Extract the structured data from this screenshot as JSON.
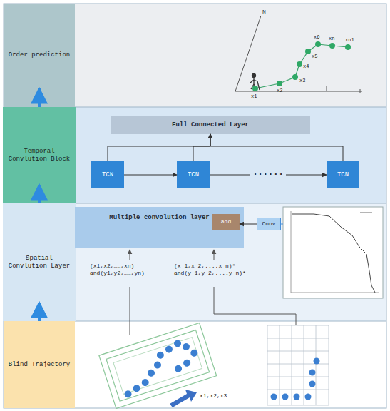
{
  "diagram": {
    "nodes": [
      {
        "text": [
          "Order prediction"
        ]
      },
      {
        "text": [
          "Temporal Convlution Block"
        ]
      },
      {
        "text": [
          "Spatial Convlution Layer"
        ]
      },
      {
        "text": [
          "Blind Trajectory"
        ]
      },
      {
        "text": [
          "Full Connected Layer"
        ]
      },
      {
        "text": [
          "TCN"
        ]
      },
      {
        "text": [
          "TCN"
        ]
      },
      {
        "text": [
          "TCN"
        ]
      },
      {
        "text": [
          "Multiple convolution layer"
        ]
      },
      {
        "text": [
          "add"
        ],
        "in": 8
      },
      {
        "text": [
          "Conv"
        ]
      }
    ],
    "edges": [
      {
        "from": 3,
        "to": 2,
        "arrow": "to"
      },
      {
        "from": 2,
        "to": 1,
        "arrow": "to"
      },
      {
        "from": 1,
        "to": 0,
        "arrow": "to"
      },
      {
        "from": 5,
        "to": 6,
        "arrow": "to"
      },
      {
        "from": 6,
        "to": 7,
        "arrow": "to",
        "label": "......"
      },
      {
        "from": 5,
        "to": 4,
        "arrow": "to"
      },
      {
        "from": 6,
        "to": 4,
        "arrow": "to"
      },
      {
        "from": 7,
        "to": 4,
        "arrow": "to"
      },
      {
        "from": 10,
        "to": 9,
        "arrow": "to"
      }
    ],
    "labels": [
      "(x1,x2,……,xn) and(y1,y2,……,yn)",
      "(x_1,x_2,....x_n)* and(y_1,y_2,....y_n)*",
      "N",
      "x1",
      "x2",
      "x3",
      "x4",
      "x5",
      "x6",
      "xn",
      "xn1",
      "x1,x2,x3……"
    ]
  }
}
